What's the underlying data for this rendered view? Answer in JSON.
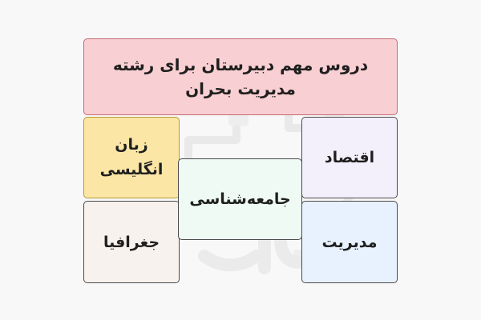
{
  "colors": {
    "background": "#f8f8f8",
    "title_box": "#f8cfd2",
    "english_box": "#fbe6a6",
    "geography_box": "#f8f2ef",
    "sociology_box": "#eefaf3",
    "economics_box": "#f3effb",
    "management_box": "#e8f2fe",
    "watermark": "#d9d9d9"
  },
  "watermark": {
    "icon": "brand-watermark-logo"
  },
  "diagram": {
    "title_line_1": "دروس مهم دبیرستان برای رشته",
    "title_line_2": "مدیریت بحران",
    "english_line_1": "زبان",
    "english_line_2": "انگلیسی",
    "geography": "جغرافیا",
    "sociology": "جامعه‌شناسی",
    "economics": "اقتصاد",
    "management": "مدیریت"
  }
}
